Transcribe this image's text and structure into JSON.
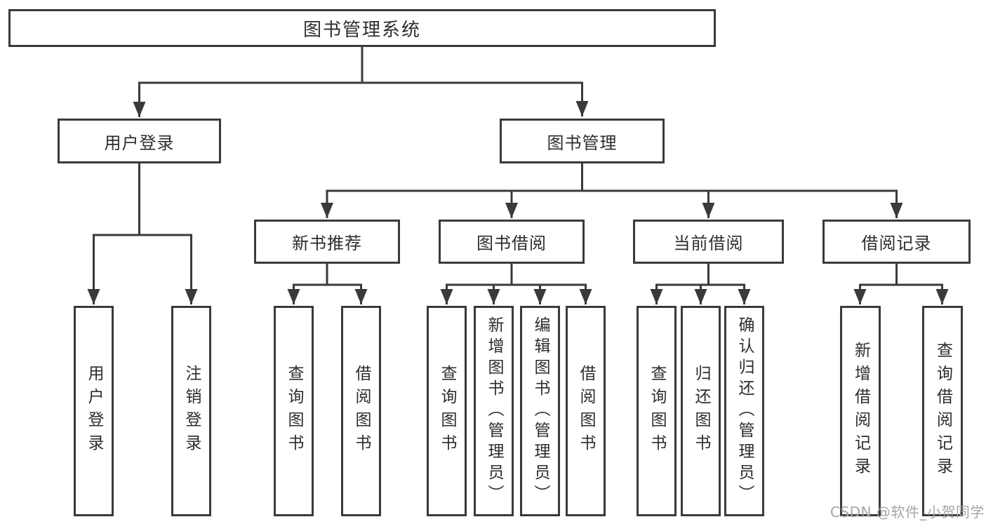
{
  "tree": {
    "label": "图书管理系统",
    "children": [
      {
        "label": "用户登录",
        "children": [
          {
            "label": "用户登录"
          },
          {
            "label": "注销登录"
          }
        ]
      },
      {
        "label": "图书管理",
        "children": [
          {
            "label": "新书推荐",
            "children": [
              {
                "label": "查询图书"
              },
              {
                "label": "借阅图书"
              }
            ]
          },
          {
            "label": "图书借阅",
            "children": [
              {
                "label": "查询图书"
              },
              {
                "label": "新增图书（管理员）"
              },
              {
                "label": "编辑图书（管理员）"
              },
              {
                "label": "借阅图书"
              }
            ]
          },
          {
            "label": "当前借阅",
            "children": [
              {
                "label": "查询图书"
              },
              {
                "label": "归还图书"
              },
              {
                "label": "确认归还（管理员）"
              }
            ]
          },
          {
            "label": "借阅记录",
            "children": [
              {
                "label": "新增借阅记录"
              },
              {
                "label": "查询借阅记录"
              }
            ]
          }
        ]
      }
    ]
  },
  "watermark": "CSDN @软件_小贺同学",
  "colors": {
    "line": "#3a3a3a",
    "box_background": "#ffffff",
    "text": "#2d2d2d",
    "watermark": "#a6a6a6"
  }
}
